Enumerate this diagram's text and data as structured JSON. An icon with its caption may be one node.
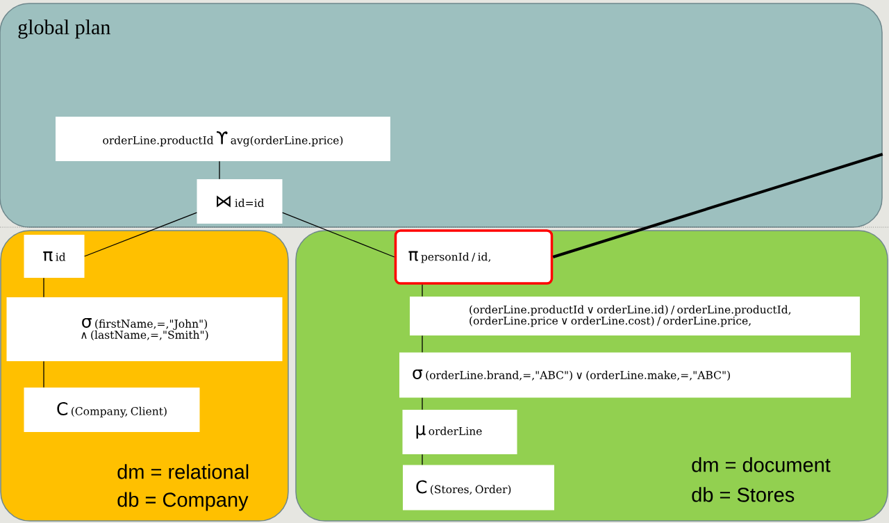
{
  "diagram": {
    "nodes": [
      {
        "text": [
          "global plan"
        ]
      },
      {
        "text": [
          "orderLine.productId",
          "ϒ",
          "avg(orderLine.price)"
        ],
        "in": 0
      },
      {
        "text": [
          "⋈",
          "id=id"
        ],
        "in": 0
      },
      {
        "text": [
          "dm = relational",
          "db = Company"
        ]
      },
      {
        "text": [
          "π",
          "id"
        ],
        "in": 3
      },
      {
        "text": [
          "σ",
          "(firstName,=,\"John\") ∧ (lastName,=,\"Smith\")"
        ],
        "in": 3
      },
      {
        "text": [
          "C",
          "(Company, Client)"
        ],
        "in": 3
      },
      {
        "text": [
          "dm = document",
          "db = Stores"
        ]
      },
      {
        "text": [
          "π",
          "personId / id,"
        ],
        "in": 7
      },
      {
        "text": [
          "(orderLine.productId ∨ orderLine.id) / orderLine.productId, (orderLine.price ∨ orderLine.cost) / orderLine.price,"
        ],
        "in": 7
      },
      {
        "text": [
          "σ",
          "(orderLine.brand,=,\"ABC\") ∨ (orderLine.make,=,\"ABC\")"
        ],
        "in": 7
      },
      {
        "text": [
          "μ",
          "orderLine"
        ],
        "in": 7
      },
      {
        "text": [
          "C",
          "(Stores, Order)"
        ],
        "in": 7
      }
    ],
    "edges": [
      {
        "from": 1,
        "to": 2,
        "arrow": "none"
      },
      {
        "from": 2,
        "to": 4,
        "arrow": "none"
      },
      {
        "from": 2,
        "to": 8,
        "arrow": "none"
      },
      {
        "from": 4,
        "to": 5,
        "arrow": "none"
      },
      {
        "from": 5,
        "to": 6,
        "arrow": "none"
      },
      {
        "from": 8,
        "to": 9,
        "arrow": "none"
      },
      {
        "from": 9,
        "to": 10,
        "arrow": "none"
      },
      {
        "from": 10,
        "to": 11,
        "arrow": "none"
      },
      {
        "from": 11,
        "to": 12,
        "arrow": "none"
      },
      {
        "from": 8,
        "to": 0,
        "arrow": "none",
        "style": "thick"
      }
    ]
  }
}
